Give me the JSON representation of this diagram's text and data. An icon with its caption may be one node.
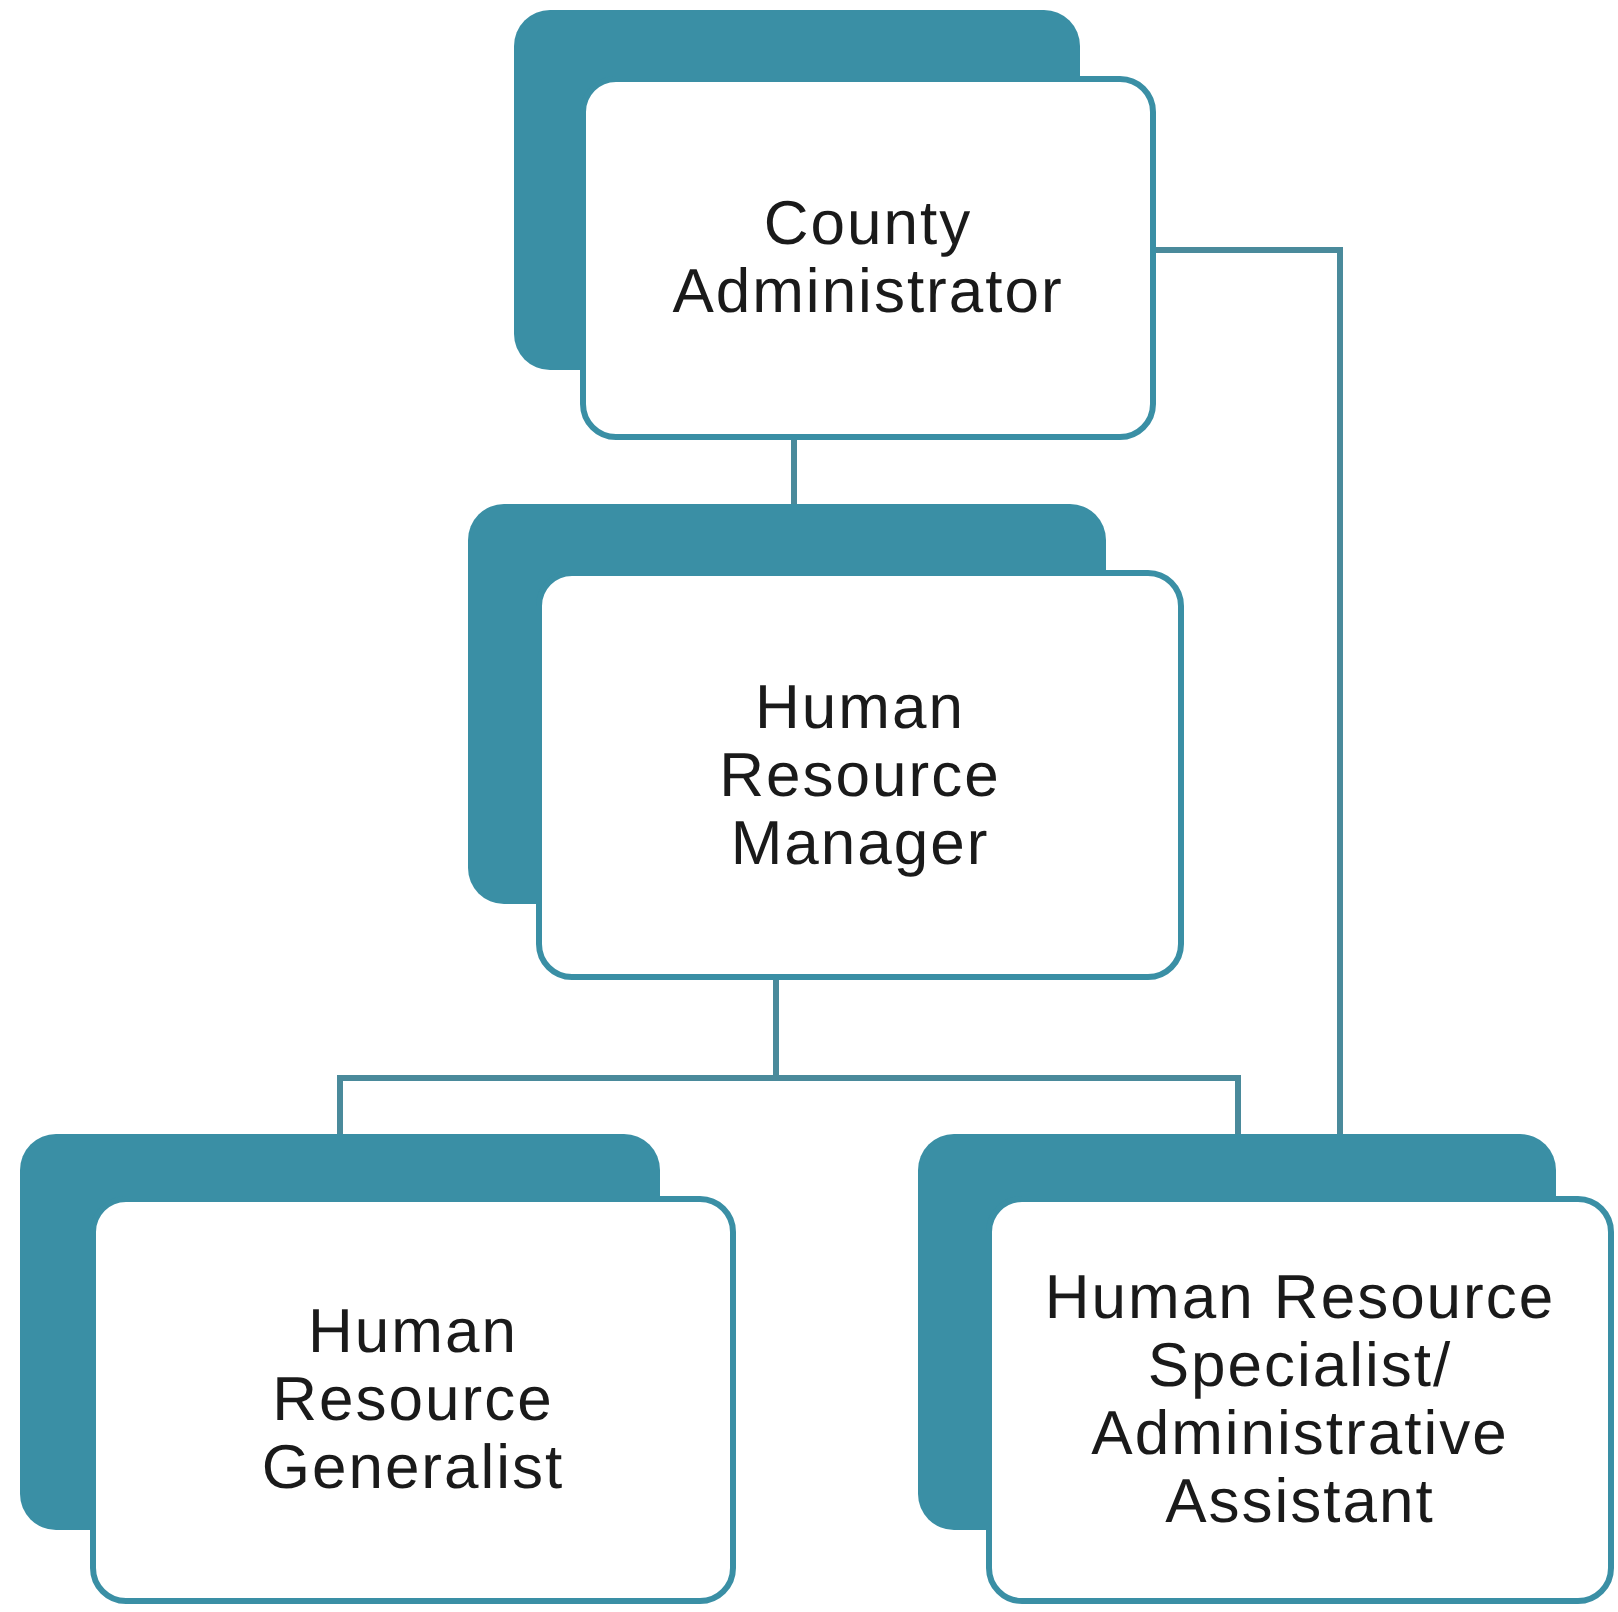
{
  "diagram": {
    "nodes": [
      {
        "text": [
          "County Administrator"
        ]
      },
      {
        "text": [
          "Human Resource Manager"
        ]
      },
      {
        "text": [
          "Human Resource Generalist"
        ]
      },
      {
        "text": [
          "Human Resource Specialist/ Administrative Assistant"
        ]
      }
    ],
    "edges": [
      {
        "from": 0,
        "to": 1,
        "arrow": "none"
      },
      {
        "from": 1,
        "to": 2,
        "arrow": "none"
      },
      {
        "from": 1,
        "to": 3,
        "arrow": "none"
      },
      {
        "from": 0,
        "to": 3,
        "arrow": "none"
      }
    ]
  }
}
